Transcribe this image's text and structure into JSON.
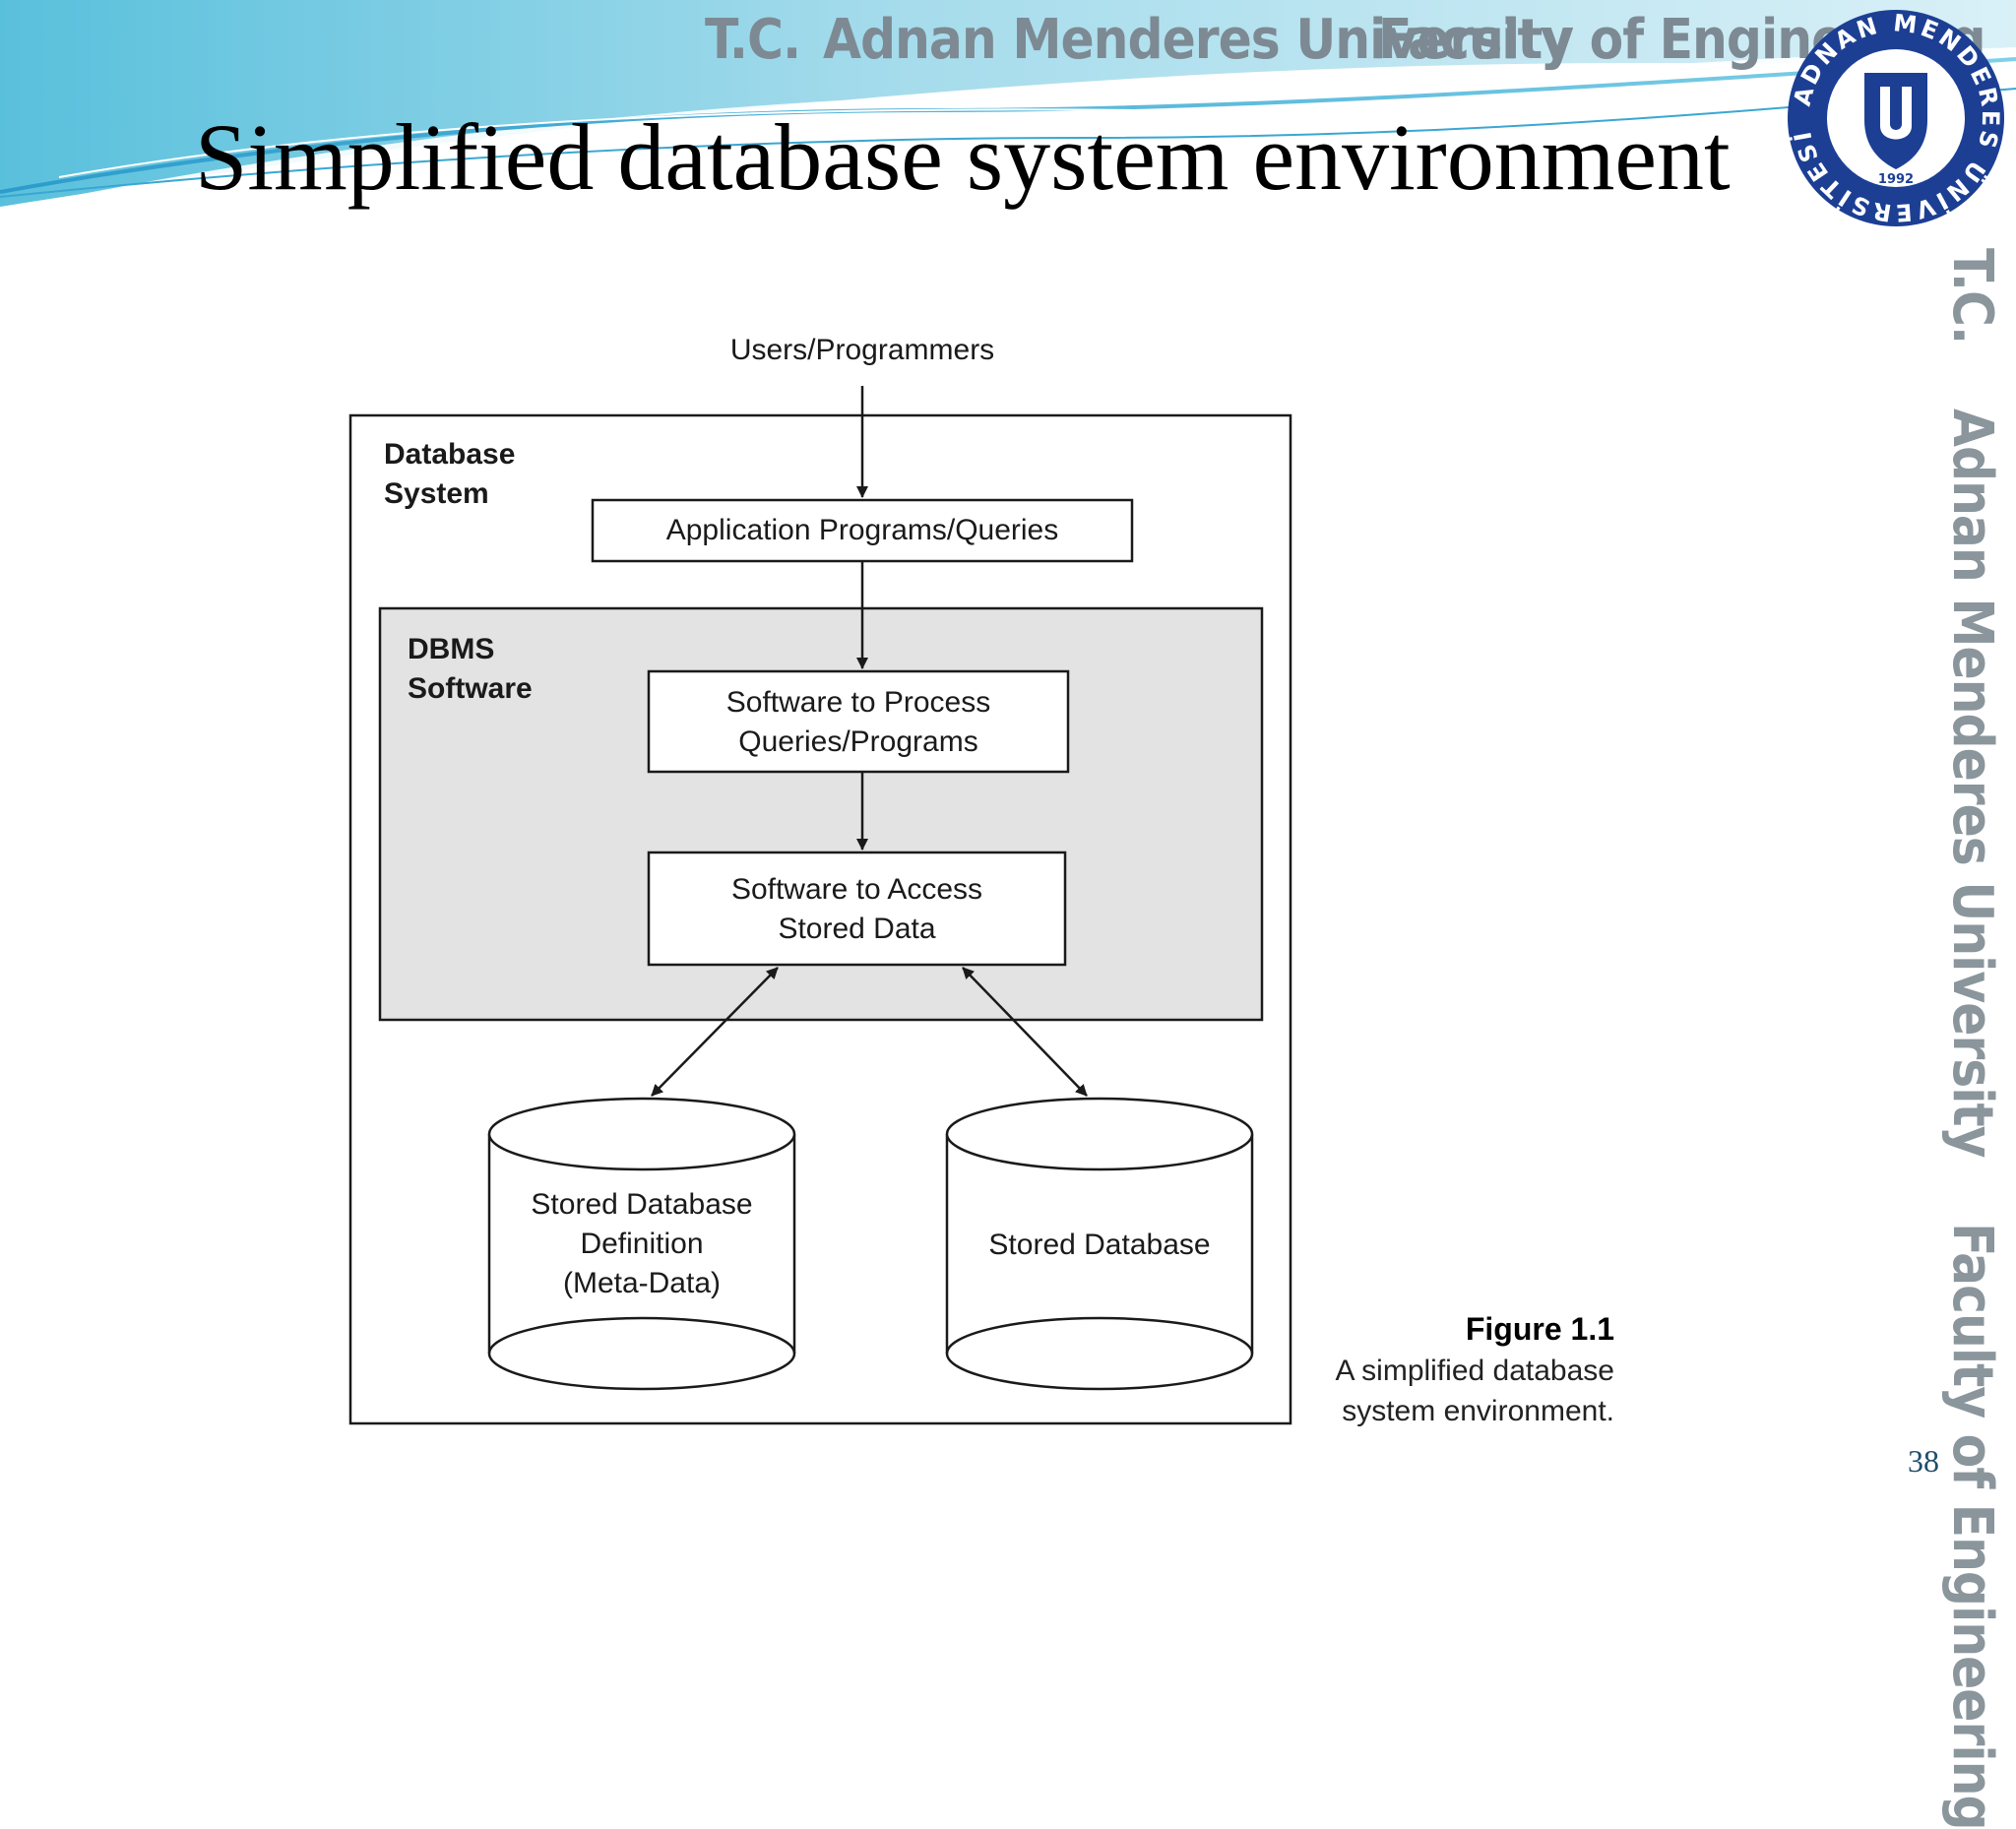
{
  "header": {
    "tc": "T.C.",
    "university": "Adnan Menderes University",
    "faculty": "Faculty of Engineering"
  },
  "slide_title": "Simplified database system environment",
  "logo": {
    "ring_text": "ADNAN MENDERES ÜNİVERSİTESİ",
    "year": "1992",
    "colors": {
      "ring": "#1c3f94",
      "shield": "#1c3f94",
      "inner": "#ffffff"
    }
  },
  "side_banner": {
    "tc": "T.C.",
    "university": "Adnan Menderes University",
    "faculty": "Faculty of Engineering"
  },
  "diagram": {
    "users": "Users/Programmers",
    "database_system": [
      "Database",
      "System"
    ],
    "app_programs": "Application Programs/Queries",
    "dbms_software": [
      "DBMS",
      "Software"
    ],
    "process_software": [
      "Software to Process",
      "Queries/Programs"
    ],
    "access_software": [
      "Software to Access",
      "Stored Data"
    ],
    "stored_definition": [
      "Stored Database",
      "Definition",
      "(Meta-Data)"
    ],
    "stored_database": "Stored Database",
    "colors": {
      "dbms_fill": "#e3e3e3",
      "stroke": "#1a1a1a"
    }
  },
  "figure_caption": {
    "title": "Figure 1.1",
    "lines": [
      "A simplified database",
      "system environment."
    ]
  },
  "page_number": "38",
  "colors": {
    "banner_light": "#bfe6f2",
    "banner_mid": "#62bfdc",
    "banner_dark": "#2c8fc0"
  }
}
